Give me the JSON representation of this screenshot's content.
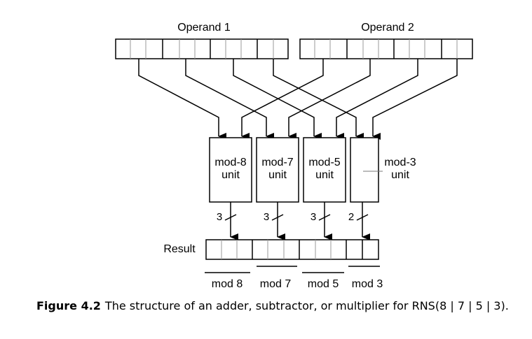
{
  "operands": [
    "Operand 1",
    "Operand 2"
  ],
  "result_label": "Result",
  "units": [
    {
      "line1": "mod-8",
      "line2": "unit",
      "bits": "3",
      "range": "mod 8"
    },
    {
      "line1": "mod-7",
      "line2": "unit",
      "bits": "3",
      "range": "mod 7"
    },
    {
      "line1": "mod-5",
      "line2": "unit",
      "bits": "3",
      "range": "mod 5"
    },
    {
      "line1": "mod-3",
      "line2": "unit",
      "bits": "2",
      "range": "mod 3"
    }
  ],
  "caption": {
    "figure": "Figure 4.2",
    "text": "The structure of an adder, subtractor, or multiplier for RNS(8 | 7 | 5 | 3)."
  }
}
